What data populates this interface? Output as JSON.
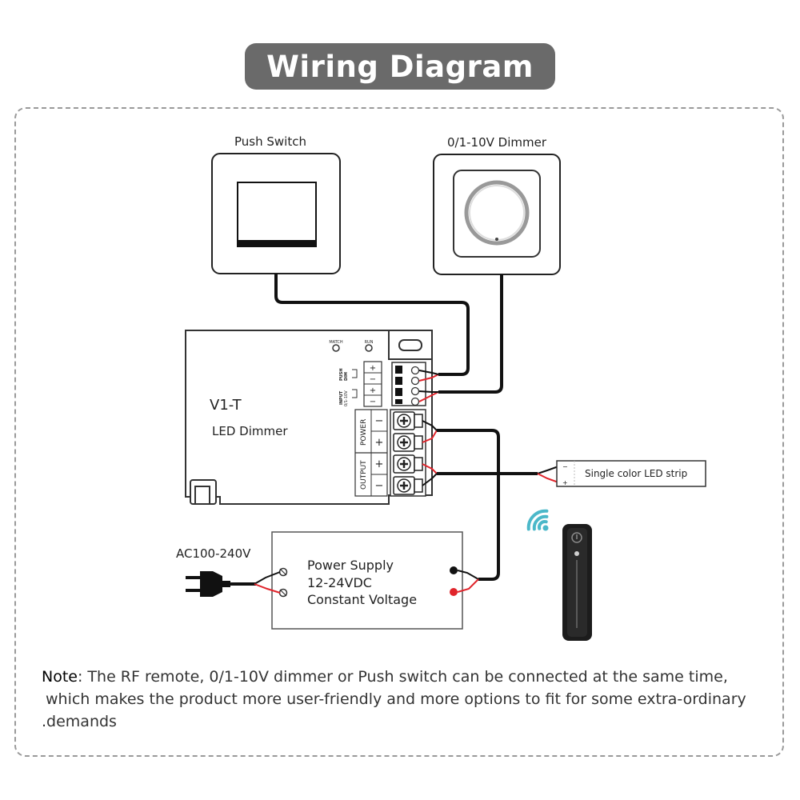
{
  "title": "Wiring Diagram",
  "devices": {
    "push_switch": "Push Switch",
    "dimmer": "0/1-10V Dimmer",
    "controller_model": "V1-T",
    "controller_name": "LED Dimmer",
    "led_strip": "Single color LED strip",
    "ac_input": "AC100-240V",
    "psu_line1": "Power Supply",
    "psu_line2": "12-24VDC",
    "psu_line3": "Constant Voltage"
  },
  "terminals": {
    "match": "MATCH",
    "run": "RUN",
    "power": "POWER",
    "output": "OUTPUT",
    "push": "PUSH",
    "dim": "DIM",
    "input": "INPUT",
    "input_range": "0/1-10V",
    "plus": "+",
    "minus": "−"
  },
  "note": {
    "label": "Note",
    "text": ": The RF remote, 0/1-10V dimmer or Push switch can be connected at the same time,",
    "line2": "which makes the product more user-friendly and more options to fit for some extra-ordinary",
    "line3": ".demands"
  },
  "colors": {
    "title_bg": "#6a6a6a",
    "wire": "#111111",
    "wire_red": "#e0242b",
    "wifi": "#4bb8c9",
    "remote": "#1c1c1c"
  },
  "icons": [
    "wifi-signal-icon",
    "ac-plug-icon",
    "knob-icon",
    "rf-remote-icon"
  ]
}
